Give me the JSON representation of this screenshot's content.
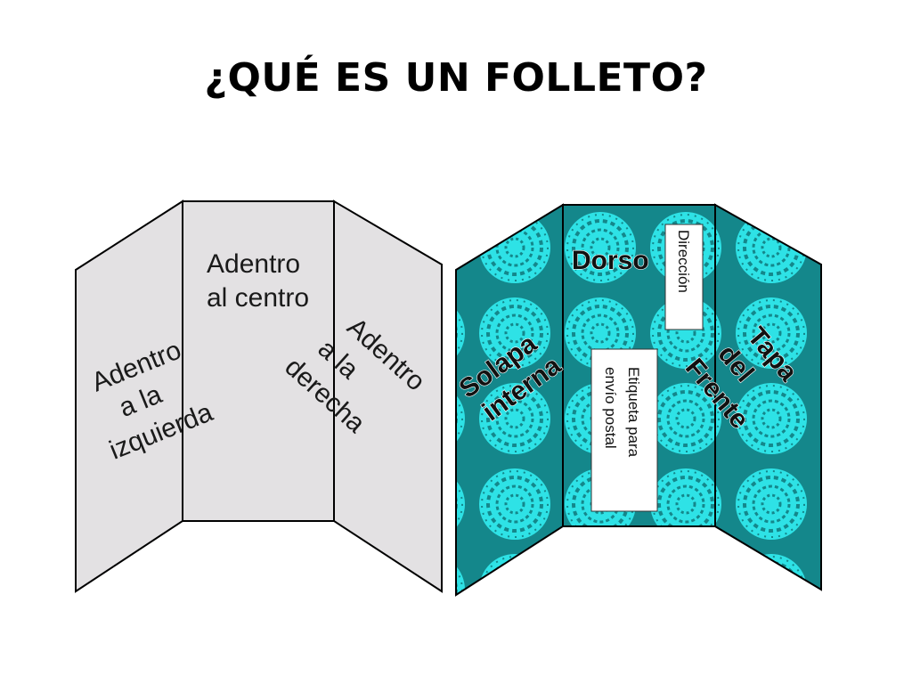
{
  "title": "¿QUÉ ES UN FOLLETO?",
  "inside": {
    "left_panel": [
      "Adentro",
      "a la",
      "izquierda"
    ],
    "center_panel": [
      "Adentro",
      "al centro"
    ],
    "right_panel": [
      "Adentro",
      "a la",
      "derecha"
    ]
  },
  "outside": {
    "left_panel": [
      "Solapa",
      "interna"
    ],
    "center_panel_heading": "Dorso",
    "address_box": "Dirección",
    "label_box": [
      "Etiqueta para",
      "envío postal"
    ],
    "right_panel": [
      "Tapa",
      "del",
      "Frente"
    ]
  },
  "colors": {
    "inside_fill": "#e3e1e3",
    "outside_fill": "#14878b",
    "pattern": "#2ee2e6",
    "outline": "#000000"
  }
}
